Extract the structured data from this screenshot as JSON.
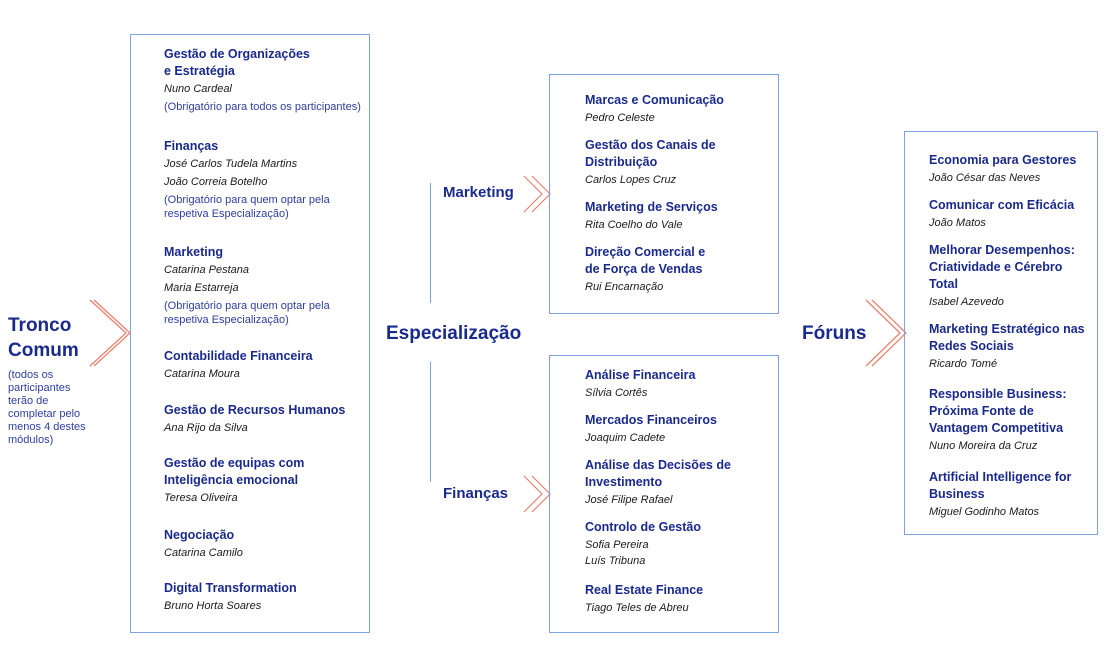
{
  "tronco": {
    "title": "Tronco\nComum",
    "note": "(todos os\nparticipantes\nterão de\ncompletar pelo\nmenos 4 destes\nmódulos)",
    "modules": [
      {
        "title": "Gestão de Organizações\ne Estratégia",
        "lecturers": [
          "Nuno Cardeal"
        ],
        "note": "(Obrigatório para todos os participantes)"
      },
      {
        "title": "Finanças",
        "lecturers": [
          "José Carlos Tudela Martins",
          "João Correia Botelho"
        ],
        "note": "(Obrigatório para quem optar pela\nrespetiva Especialização)"
      },
      {
        "title": "Marketing",
        "lecturers": [
          "Catarina Pestana",
          "Maria Estarreja"
        ],
        "note": "(Obrigatório para quem optar pela\nrespetiva Especialização)"
      },
      {
        "title": "Contabilidade Financeira",
        "lecturers": [
          "Catarina Moura"
        ]
      },
      {
        "title": "Gestão de Recursos Humanos",
        "lecturers": [
          "Ana Rijo da Silva"
        ]
      },
      {
        "title": "Gestão de equipas com\nInteligência emocional",
        "lecturers": [
          "Teresa Oliveira"
        ]
      },
      {
        "title": "Negociação",
        "lecturers": [
          "Catarina Camilo"
        ]
      },
      {
        "title": "Digital Transformation",
        "lecturers": [
          "Bruno Horta Soares"
        ]
      }
    ]
  },
  "especializacao": {
    "title": "Especialização",
    "branches": [
      {
        "label": "Marketing",
        "modules": [
          {
            "title": "Marcas e Comunicação",
            "lecturers": [
              "Pedro Celeste"
            ]
          },
          {
            "title": "Gestão dos Canais de\nDistribuição",
            "lecturers": [
              "Carlos Lopes Cruz"
            ]
          },
          {
            "title": "Marketing de Serviços",
            "lecturers": [
              "Rita Coelho do Vale"
            ]
          },
          {
            "title": "Direção Comercial e\nde Força de Vendas",
            "lecturers": [
              "Rui Encarnação"
            ]
          }
        ]
      },
      {
        "label": "Finanças",
        "modules": [
          {
            "title": "Análise Financeira",
            "lecturers": [
              "Sílvia Cortês"
            ]
          },
          {
            "title": "Mercados Financeiros",
            "lecturers": [
              "Joaquim Cadete"
            ]
          },
          {
            "title": "Análise das Decisões de\nInvestimento",
            "lecturers": [
              "José Filipe Rafael"
            ]
          },
          {
            "title": "Controlo de Gestão",
            "lecturers": [
              "Sofia Pereira",
              "Luís Tribuna"
            ]
          },
          {
            "title": "Real Estate Finance",
            "lecturers": [
              "Tiago Teles de Abreu"
            ]
          }
        ]
      }
    ]
  },
  "foruns": {
    "title": "Fóruns",
    "modules": [
      {
        "title": "Economia para Gestores",
        "lecturers": [
          "João César das Neves"
        ]
      },
      {
        "title": "Comunicar com Eficácia",
        "lecturers": [
          "João Matos"
        ]
      },
      {
        "title": "Melhorar Desempenhos:\nCriatividade e Cérebro\nTotal",
        "lecturers": [
          "Isabel Azevedo"
        ]
      },
      {
        "title": "Marketing Estratégico nas\nRedes Sociais",
        "lecturers": [
          "Ricardo Tomé"
        ]
      },
      {
        "title": "Responsible Business:\nPróxima Fonte de\nVantagem Competitiva",
        "lecturers": [
          "Nuno Moreira da Cruz"
        ]
      },
      {
        "title": "Artificial Intelligence for\nBusiness",
        "lecturers": [
          "Miguel Godinho Matos"
        ]
      }
    ]
  },
  "colors": {
    "text": "#1a2a8c",
    "border": "#7fa0e3",
    "chevron": "#e8826f"
  }
}
